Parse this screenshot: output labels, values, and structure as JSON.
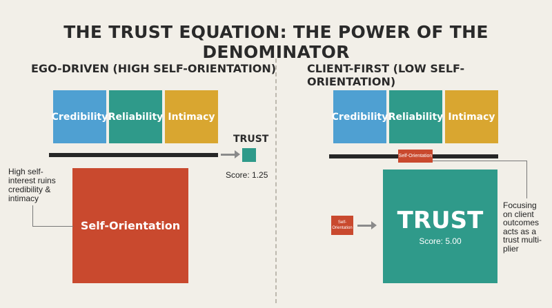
{
  "title": "THE TRUST EQUATION: THE POWER OF THE DENOMINATOR",
  "left": {
    "heading": "EGO-DRIVEN (HIGH SELF-ORIENTATION)",
    "boxes": [
      "Credibility",
      "Reliability",
      "Intimacy"
    ],
    "denominator_label": "Self-Orientation",
    "trust_label": "TRUST",
    "score": "Score: 1.25",
    "note": [
      "High self-",
      "interest ruins",
      "credibility &",
      "intimacy"
    ]
  },
  "right": {
    "heading": "CLIENT-FIRST (LOW SELF-ORIENTATION)",
    "boxes": [
      "Credibility",
      "Reliability",
      "Intimacy"
    ],
    "denominator_label": "Self-Orientation",
    "input_label": [
      "Self-",
      "Orientation"
    ],
    "trust_label": "TRUST",
    "score": "Score: 5.00",
    "note": [
      "Focusing",
      "on client",
      "outcomes",
      "acts as a",
      "trust multi-",
      "plier"
    ]
  },
  "colors": {
    "credibility": "#4fa0d2",
    "reliability": "#2f9a8a",
    "intimacy": "#d9a630",
    "self_orientation": "#c9492e",
    "trust": "#2f9a8a",
    "bar": "#262626",
    "background": "#f2efe8"
  }
}
